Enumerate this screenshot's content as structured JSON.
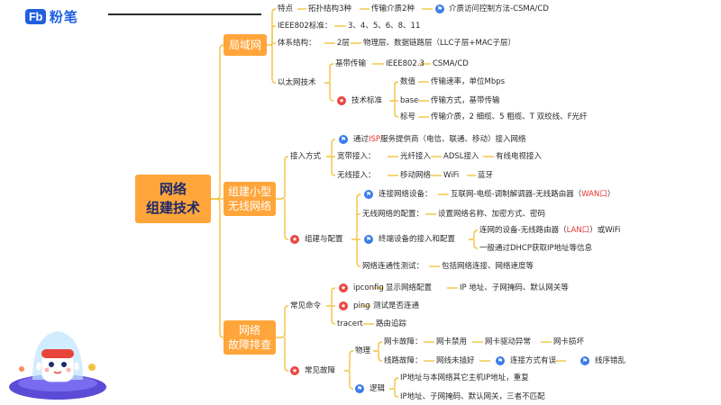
{
  "brand": {
    "logo_mark": "Fb",
    "name": "粉笔"
  },
  "root": {
    "line1": "网络",
    "line2": "组建技术"
  },
  "branches": [
    {
      "line1": "局域网"
    },
    {
      "line1": "组建小型",
      "line2": "无线网络"
    },
    {
      "line1": "网络",
      "line2": "故障排查"
    }
  ],
  "lan": {
    "tedian": "特点",
    "topo": "拓扑结构3种",
    "media": "传输介质2种",
    "csma": "介质访问控制方法-CSMA/CD",
    "ieee": "IEEE802标准：",
    "ieee_nums": "3、4、5、6、8、11",
    "arch": "体系结构：",
    "two_layers": "2层",
    "layers_detail": "物理层、数据链路层（LLC子层+MAC子层）",
    "ethernet": "以太网技术",
    "baseband": "基带传输",
    "ieee8023": "IEEE802.3",
    "csmacd": "CSMA/CD",
    "tech_std": "技术标准",
    "number": "数值",
    "rate": "传输速率，单位Mbps",
    "base": "base",
    "mode": "传输方式，基带传输",
    "suffix": "标号",
    "media_types": "传输介质，2 细缆、5 粗缆、T 双绞线、F光纤"
  },
  "wireless": {
    "access": "接入方式",
    "isp_pre": "通过",
    "isp": "ISP",
    "isp_post": "服务提供商（电信、联通、移动）接入网络",
    "broadband": "宽带接入：",
    "fiber": "光纤接入",
    "adsl": "ADSL接入",
    "cable": "有线电视接入",
    "wl_access": "无线接入：",
    "mobile": "移动网络",
    "wifi": "WiFi",
    "bluetooth": "蓝牙",
    "build": "组建与配置",
    "connect_dev": "连接网络设备：",
    "chain_pre": "互联网-电缆-调制解调器-无线路由器（",
    "wan": "WAN口",
    "chain_post": "）",
    "config": "无线网络的配置：",
    "config_detail": "设置网络名称、加密方式、密码",
    "terminal": "终端设备的接入和配置",
    "dev_pre": "连网的设备-无线路由器（",
    "lan": "LAN口",
    "dev_post": "）或WiFi",
    "dhcp": "一般通过DHCP获取IP地址等信息",
    "test": "网络连通性测试：",
    "test_detail": "包括网络连接、网络速度等"
  },
  "trouble": {
    "commands": "常见命令",
    "ipconfig": "ipconfig",
    "ipconfig_desc": "显示网络配置",
    "ipconfig_detail": "IP 地址、子网掩码、默认网关等",
    "ping": "ping",
    "ping_desc": "测试是否连通",
    "tracert": "tracert",
    "tracert_desc": "路由追踪",
    "faults": "常见故障",
    "physical": "物理",
    "nic_fault": "网卡故障：",
    "nic_disabled": "网卡禁用",
    "nic_driver": "网卡驱动异常",
    "nic_broken": "网卡损坏",
    "line_fault": "线路故障：",
    "unplugged": "网线未插好",
    "conn_err": "连接方式有误",
    "wire_order": "线序错乱",
    "logic": "逻辑",
    "ip_dup": "IP地址与本网络其它主机IP地址，重复",
    "ip_mismatch": "IP地址、子网掩码、默认网关，三者不匹配"
  },
  "colors": {
    "orange": "#ffa53a",
    "line": "#f3c33f",
    "red": "#e8312f",
    "blue": "#3a7be8",
    "dark": "#1f2a6b"
  },
  "icons": [
    "star-icon",
    "flag-icon"
  ]
}
